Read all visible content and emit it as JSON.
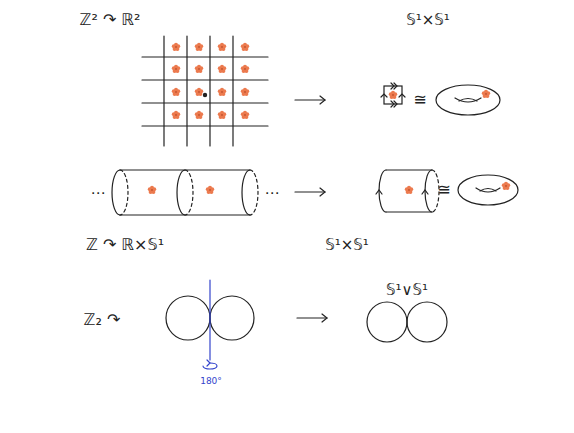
{
  "diagram": {
    "labels": [
      "ℤ² ↷ ℝ²",
      "𝕊¹×𝕊¹",
      "≅",
      "⋯",
      "⋯",
      "≅",
      "ℤ ↷ ℝ×𝕊¹",
      "𝕊¹×𝕊¹",
      "𝕊¹∨𝕊¹",
      "ℤ₂ ↷",
      "180°"
    ]
  }
}
